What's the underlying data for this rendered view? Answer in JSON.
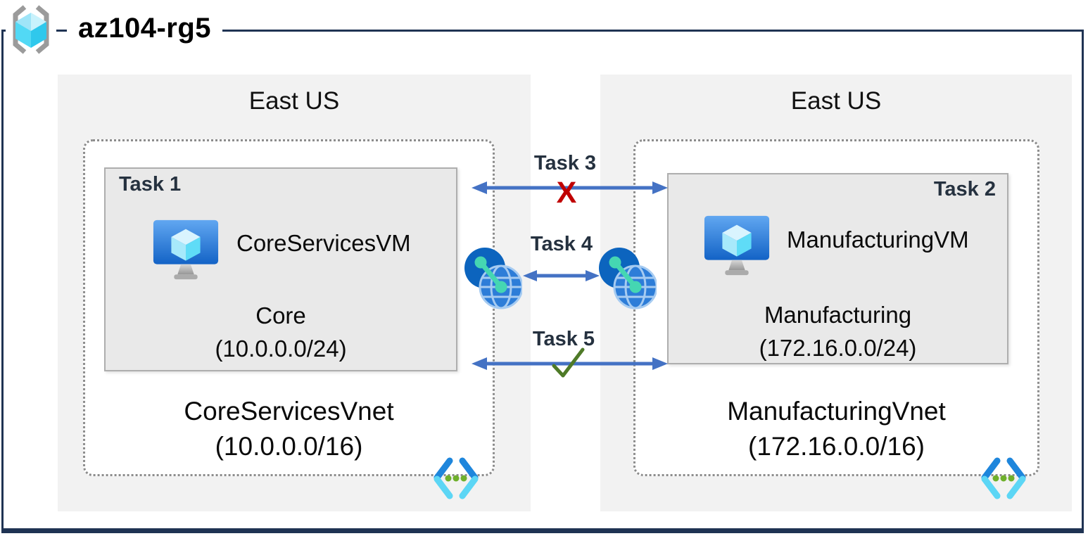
{
  "rg": {
    "label": "az104-rg5",
    "icon": "resource-group-bracketed-cube"
  },
  "regions": [
    {
      "name": "East US",
      "vnet": {
        "name": "CoreServicesVnet",
        "cidr": "(10.0.0.0/16)",
        "icon": "virtual-network-chevrons-with-dots"
      },
      "subnet": {
        "task_label": "Task 1",
        "vm": {
          "name": "CoreServicesVM",
          "icon": "virtual-machine-monitor-cube"
        },
        "name": "Core",
        "cidr": "(10.0.0.0/24)"
      }
    },
    {
      "name": "East US",
      "vnet": {
        "name": "ManufacturingVnet",
        "cidr": "(172.16.0.0/16)",
        "icon": "virtual-network-chevrons-with-dots"
      },
      "subnet": {
        "task_label": "Task 2",
        "vm": {
          "name": "ManufacturingVM",
          "icon": "virtual-machine-monitor-cube"
        },
        "name": "Manufacturing",
        "cidr": "(172.16.0.0/24)"
      }
    }
  ],
  "peering": {
    "icon": "vnet-peering-linked-globes",
    "count": 2
  },
  "connections": [
    {
      "label": "Task 3",
      "marker": "X"
    },
    {
      "label": "Task 4",
      "marker": ""
    },
    {
      "label": "Task 5",
      "marker": "✓"
    }
  ],
  "colors": {
    "border_navy": "#1f3353",
    "region_fill": "#f2f2f2",
    "subnet_fill": "#e9e9e9",
    "subnet_border": "#aeaeae",
    "vnet_dotted_border": "#8c8c8c",
    "arrow_blue": "#4472c4",
    "task_text": "#25313f",
    "blocked_red": "#c00000",
    "allowed_green": "#4e7a27",
    "peering_teal": "#45d6b2",
    "azure_blue": "#1b86dc",
    "azure_cyan": "#50d8f4"
  }
}
